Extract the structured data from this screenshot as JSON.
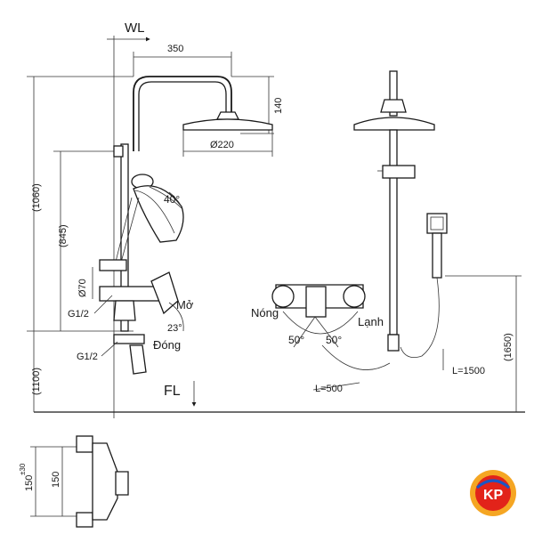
{
  "labels": {
    "wl": "WL",
    "fl": "FL",
    "width_350": "350",
    "height_140": "140",
    "dia_220": "Ø220",
    "height_1060": "(1060)",
    "height_845": "(845)",
    "height_1100": "(1100)",
    "height_1650": "(1650)",
    "dia_70": "Ø70",
    "g12_upper": "G1/2",
    "g12_lower": "G1/2",
    "angle_40": "40°",
    "angle_23": "23°",
    "open": "Mở",
    "closed": "Đóng",
    "hot": "Nóng",
    "cold": "Lạnh",
    "angle_50_left": "50°",
    "angle_50_right": "50°",
    "hose_500": "L=500",
    "hose_1500": "L=1500",
    "tol_150": "150",
    "tol_150_sup": "±30",
    "dim_150": "150"
  },
  "logo": {
    "text": "KP",
    "colors": {
      "outer": "#f5a623",
      "inner": "#e2231a",
      "text": "#ffffff",
      "ring": "#1a56c4"
    }
  }
}
